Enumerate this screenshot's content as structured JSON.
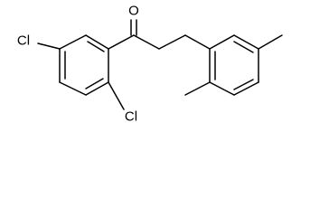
{
  "molecule": {
    "atoms": {
      "oxygen": "O",
      "chlorine_left": "Cl",
      "chlorine_bottom": "Cl"
    },
    "colors": {
      "bond": "#000000",
      "label": "#000000",
      "background": "#ffffff"
    }
  }
}
